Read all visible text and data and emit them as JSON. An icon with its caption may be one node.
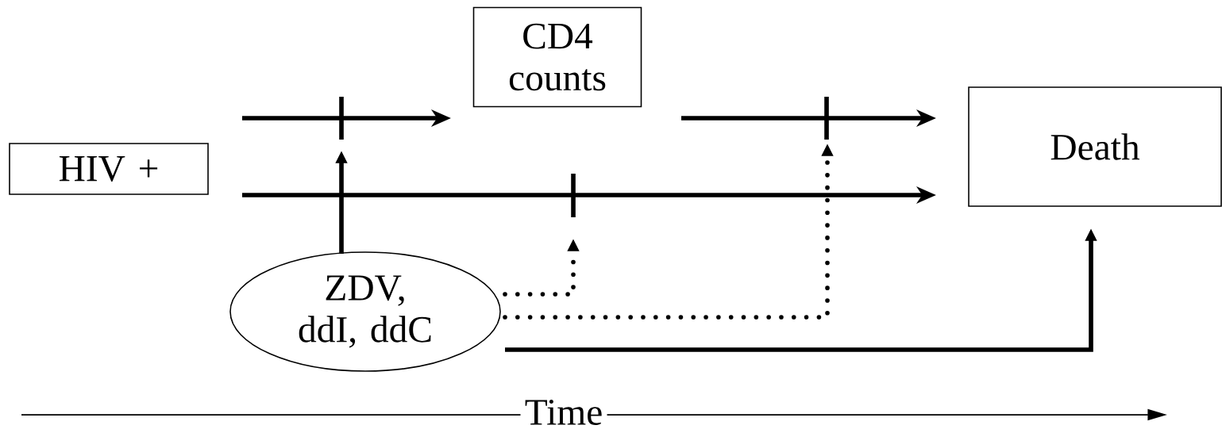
{
  "diagram": {
    "nodes": [
      {
        "text": [
          "HIV +"
        ]
      },
      {
        "text": [
          "CD4 counts"
        ]
      },
      {
        "text": [
          "Death"
        ]
      },
      {
        "text": [
          "ZDV, ddI, ddC"
        ]
      }
    ],
    "edges": [
      {
        "from": 0,
        "to": 1,
        "arrow": "to"
      },
      {
        "from": 1,
        "to": 2,
        "arrow": "to"
      },
      {
        "from": 0,
        "to": 2,
        "arrow": "to"
      },
      {
        "from": 3,
        "to": null,
        "arrow": "to"
      },
      {
        "from": 3,
        "to": null,
        "arrow": "to",
        "style": "dashed"
      },
      {
        "from": 3,
        "to": null,
        "arrow": "to",
        "style": "dashed"
      },
      {
        "from": 3,
        "to": 2,
        "arrow": "to"
      }
    ],
    "labels": [
      "Time"
    ]
  }
}
